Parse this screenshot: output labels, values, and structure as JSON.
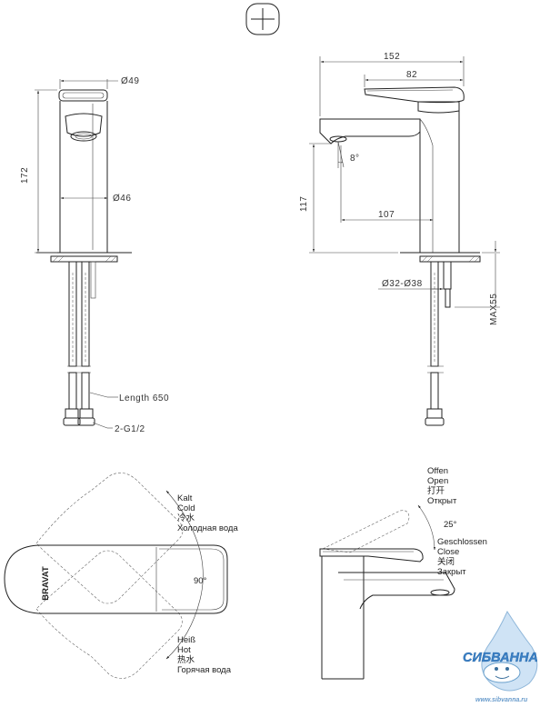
{
  "dimensions": {
    "d49": "Ø49",
    "d46": "Ø46",
    "h172": "172",
    "w152": "152",
    "w82": "82",
    "h117": "117",
    "w107": "107",
    "angle8": "8°",
    "hole": "Ø32-Ø38",
    "max55": "MAX55",
    "length": "Length 650",
    "thread": "2-G1/2"
  },
  "rotation": {
    "cold_labels": [
      "Kalt",
      "Cold",
      "冷水",
      "Холодная вода"
    ],
    "hot_labels": [
      "Heiß",
      "Hot",
      "热水",
      "Горячая вода"
    ],
    "angle": "90°",
    "brand": "BRAVAT"
  },
  "lever": {
    "open_labels": [
      "Offen",
      "Open",
      "打开",
      "Открыт"
    ],
    "close_labels": [
      "Geschlossen",
      "Close",
      "关闭",
      "Закрыт"
    ],
    "angle": "25°"
  },
  "watermark": {
    "name": "СИБВАННА",
    "url": "www.sibvanna.ru"
  }
}
